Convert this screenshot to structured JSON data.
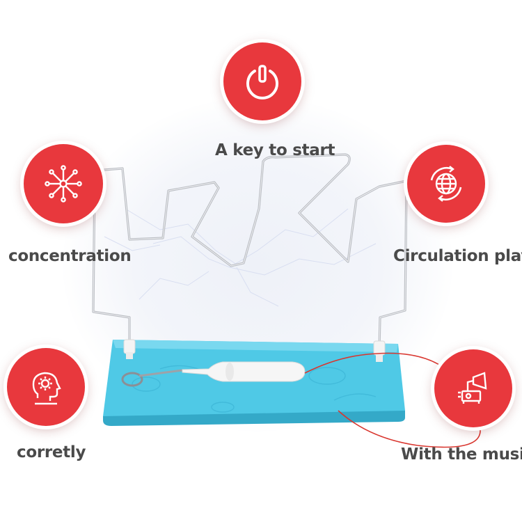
{
  "features": {
    "start": {
      "label": "A key to start",
      "icon": "power-icon"
    },
    "concentration": {
      "label": "concentration",
      "icon": "snowflake-network-icon"
    },
    "circulation": {
      "label": "Circulation play",
      "icon": "globe-cycle-icon"
    },
    "correctly": {
      "label": "corretly",
      "icon": "head-gear-icon"
    },
    "music": {
      "label": "With the music",
      "icon": "gramophone-icon"
    }
  },
  "colors": {
    "badge": "#e8383d",
    "base": "#4fc9e6",
    "wire": "#b9bcc2",
    "cord": "#d9362f",
    "label_text": "#4a4a4a"
  }
}
